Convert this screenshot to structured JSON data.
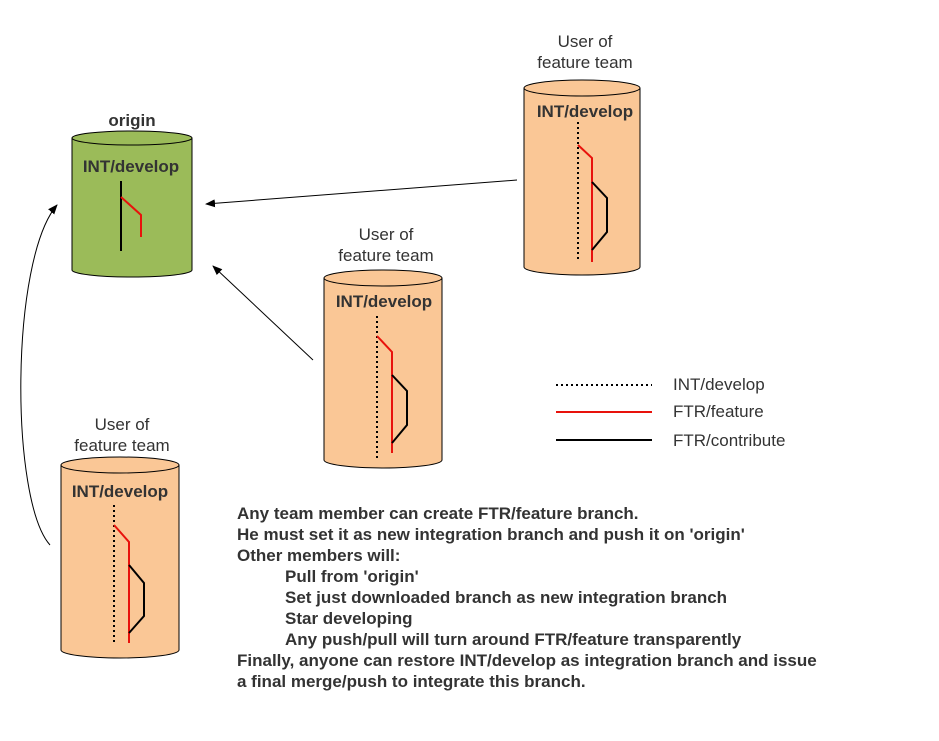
{
  "cylinders": [
    {
      "title": "origin",
      "branch": "INT/develop",
      "color": "#9bbb59"
    },
    {
      "title_line1": "User of",
      "title_line2": "feature team",
      "branch": "INT/develop",
      "color": "#fac796"
    },
    {
      "title_line1": "User of",
      "title_line2": "feature team",
      "branch": "INT/develop",
      "color": "#fac796"
    },
    {
      "title_line1": "User of",
      "title_line2": "feature team",
      "branch": "INT/develop",
      "color": "#fac796"
    }
  ],
  "legend": {
    "int_develop": "INT/develop",
    "ftr_feature": "FTR/feature",
    "ftr_contribute": "FTR/contribute"
  },
  "note": {
    "line1": "Any team member can create FTR/feature branch.",
    "line2": "He must set it as new integration branch and push it on 'origin'",
    "line3": "Other members will:",
    "line4": "Pull from 'origin'",
    "line5": "Set just downloaded branch as new integration branch",
    "line6": "Star developing",
    "line7": "Any push/pull will turn around FTR/feature transparently",
    "line8": "Finally, anyone can restore INT/develop as integration branch and issue",
    "line9": "a final merge/push to integrate this branch."
  },
  "colors": {
    "origin_fill": "#9bbb59",
    "user_fill": "#fac796",
    "feature_line": "#e8120c",
    "contribute_line": "#000000",
    "text": "#333333"
  }
}
